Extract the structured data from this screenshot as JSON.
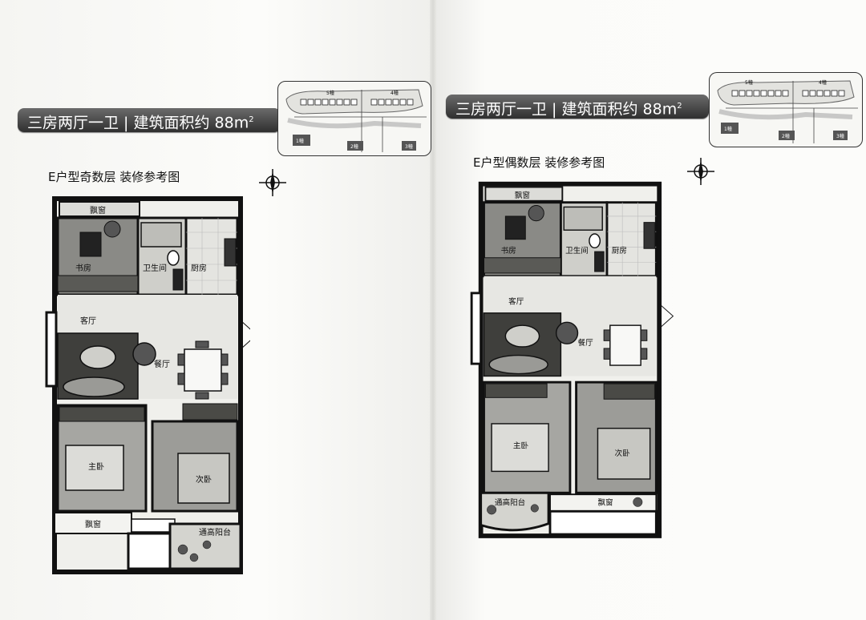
{
  "pages": [
    {
      "banner": {
        "text": "三房两厅一卫 | 建筑面积约 88m",
        "sup": "2"
      },
      "sitemap": {
        "building_labels": [
          "5幢",
          "4幢",
          "1幢",
          "2幢",
          "3幢"
        ]
      },
      "plan_title": "E户型奇数层  装修参考图",
      "rooms": {
        "bay_window_top": "飘窗",
        "study": "书房",
        "bathroom": "卫生间",
        "kitchen": "厨房",
        "living": "客厅",
        "dining": "餐厅",
        "master": "主卧",
        "second": "次卧",
        "bay_window_bottom": "飘窗",
        "balcony": "通高阳台"
      }
    },
    {
      "banner": {
        "text": "三房两厅一卫 | 建筑面积约 88m",
        "sup": "2"
      },
      "sitemap": {
        "building_labels": [
          "5幢",
          "4幢",
          "1幢",
          "2幢",
          "3幢"
        ]
      },
      "plan_title": "E户型偶数层  装修参考图",
      "rooms": {
        "bay_window_top": "飘窗",
        "study": "书房",
        "bathroom": "卫生间",
        "kitchen": "厨房",
        "living": "客厅",
        "dining": "餐厅",
        "master": "主卧",
        "second": "次卧",
        "bay_window_bottom": "飘窗",
        "balcony": "通高阳台"
      }
    }
  ]
}
